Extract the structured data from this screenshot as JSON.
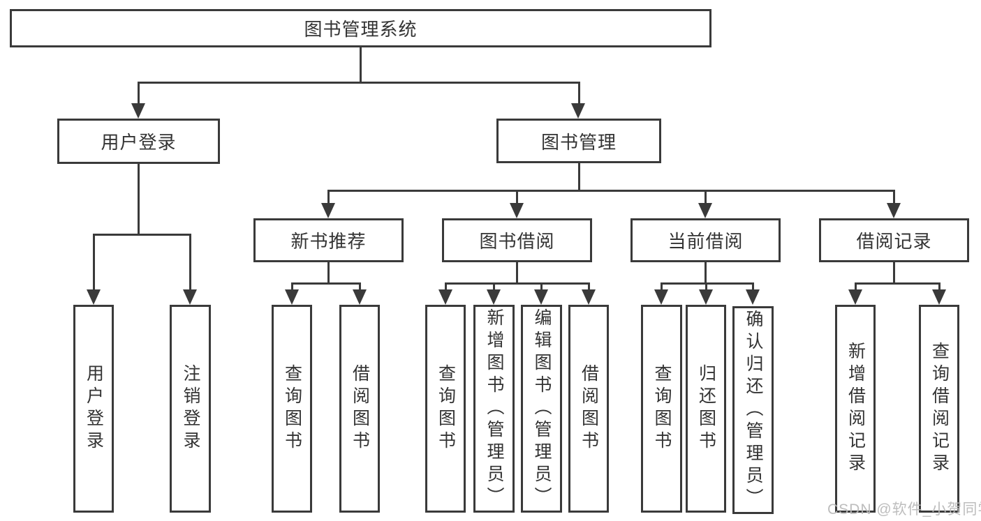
{
  "tree": {
    "root": {
      "label": "图书管理系统",
      "children": [
        {
          "label": "用户登录",
          "children": [
            {
              "label": "用户登录"
            },
            {
              "label": "注销登录"
            }
          ]
        },
        {
          "label": "图书管理",
          "children": [
            {
              "label": "新书推荐",
              "children": [
                {
                  "label": "查询图书"
                },
                {
                  "label": "借阅图书"
                }
              ]
            },
            {
              "label": "图书借阅",
              "children": [
                {
                  "label": "查询图书"
                },
                {
                  "label": "新增图书（管理员）"
                },
                {
                  "label": "编辑图书（管理员）"
                },
                {
                  "label": "借阅图书"
                }
              ]
            },
            {
              "label": "当前借阅",
              "children": [
                {
                  "label": "查询图书"
                },
                {
                  "label": "归还图书"
                },
                {
                  "label": "确认归还（管理员）"
                }
              ]
            },
            {
              "label": "借阅记录",
              "children": [
                {
                  "label": "新增借阅记录"
                },
                {
                  "label": "查询借阅记录"
                }
              ]
            }
          ]
        }
      ]
    }
  },
  "watermark": {
    "text": "CSDN @软件_小贺同学"
  },
  "colors": {
    "line": "#3a3a3a",
    "text": "#333333",
    "background": "#ffffff",
    "watermark": "#b9b9b9"
  }
}
